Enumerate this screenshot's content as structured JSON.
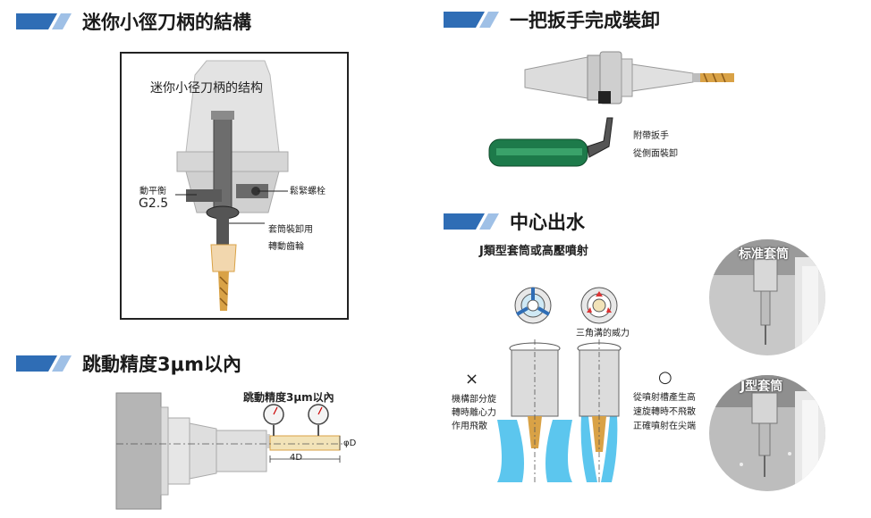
{
  "sections": {
    "structure": {
      "title": "迷你小徑刀柄的結構",
      "diagram_title": "迷你小径刀柄的结构",
      "balance_label": "動平衡",
      "balance_grade": "G2.5",
      "screw_label": "鬆緊螺栓",
      "gear_label_line1": "套筒裝卸用",
      "gear_label_line2": "轉動齒輪"
    },
    "wrench": {
      "title": "一把扳手完成裝卸",
      "caption_line1": "附帶扳手",
      "caption_line2": "從側面裝卸"
    },
    "runout": {
      "title": "跳動精度3μm以內",
      "label": "跳動精度3μm以內",
      "dim_d": "φD",
      "dim_4d": "4D"
    },
    "coolant": {
      "title": "中心出水",
      "subtitle": "J類型套筒或高壓噴射",
      "triangle_label": "三角溝的威力",
      "bad_mark": "×",
      "bad_line1": "機構部分旋",
      "bad_line2": "轉時離心力",
      "bad_line3": "作用飛散",
      "good_mark": "○",
      "good_line1": "從噴射槽產生高",
      "good_line2": "速旋轉時不飛散",
      "good_line3": "正確噴射在尖端",
      "photo1_label": "标准套筒",
      "photo2_label": "J型套筒"
    }
  },
  "colors": {
    "accent_blue": "#2f6db5",
    "accent_light": "#9fc0e6",
    "coolant": "#5cc6ee",
    "drill_gold": "#d9a246",
    "wrench_green": "#1d7a4a"
  }
}
